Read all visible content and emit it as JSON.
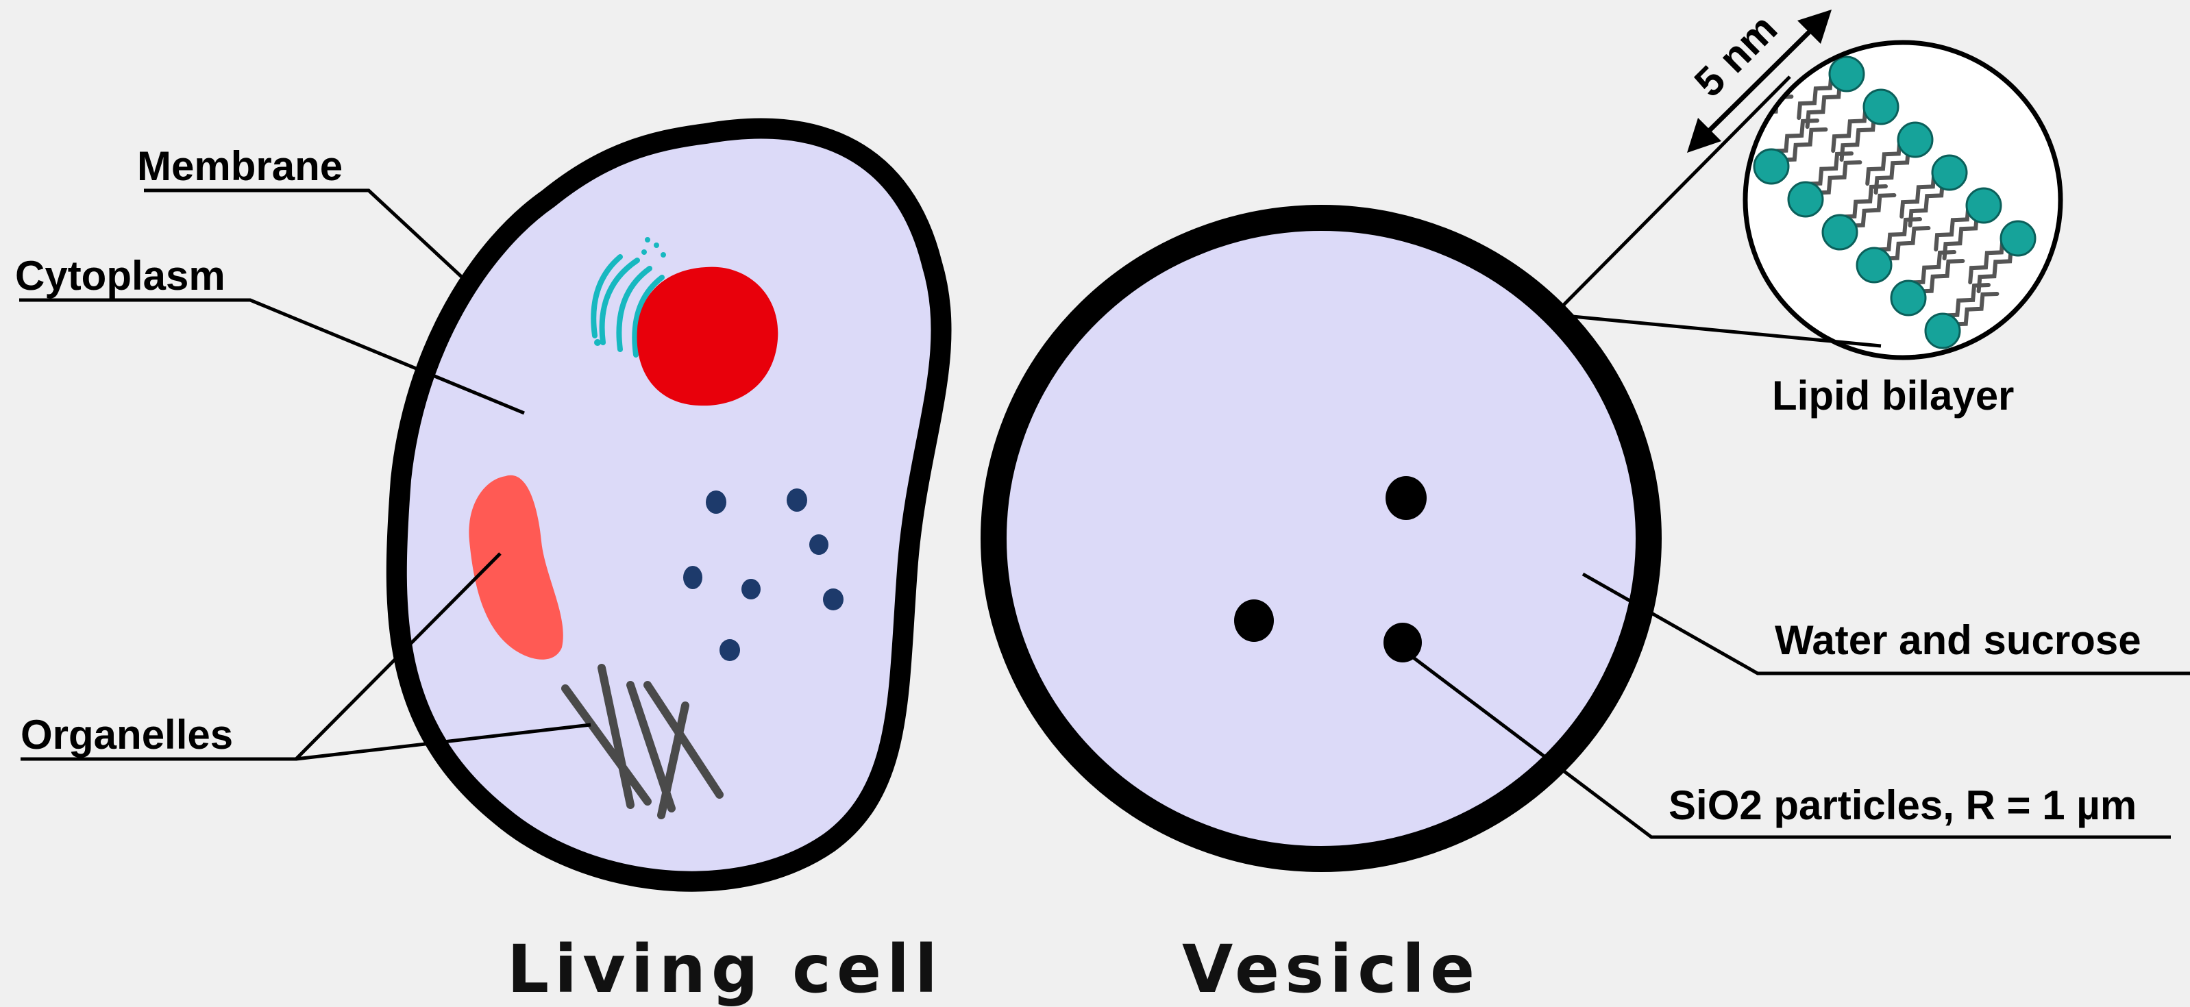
{
  "labels": {
    "membrane": "Membrane",
    "cytoplasm": "Cytoplasm",
    "organelles": "Organelles",
    "lipid_bilayer": "Lipid bilayer",
    "water_sucrose": "Water and sucrose",
    "sio2_particles": "SiO2 particles, R = 1 µm",
    "scale": "5 nm"
  },
  "titles": {
    "living_cell": "Living cell",
    "vesicle": "Vesicle"
  },
  "colors": {
    "background": "#f0f0f0",
    "cell_fill": "#dcdaf8",
    "outline": "#000000",
    "nucleus": "#e8000b",
    "mitochondrion": "#ff5a54",
    "golgi": "#17b8c0",
    "ribosome": "#1d3a6b",
    "cytoskeleton": "#4a4a4a",
    "lipid_head": "#16a39a",
    "lipid_tail": "#555555"
  }
}
